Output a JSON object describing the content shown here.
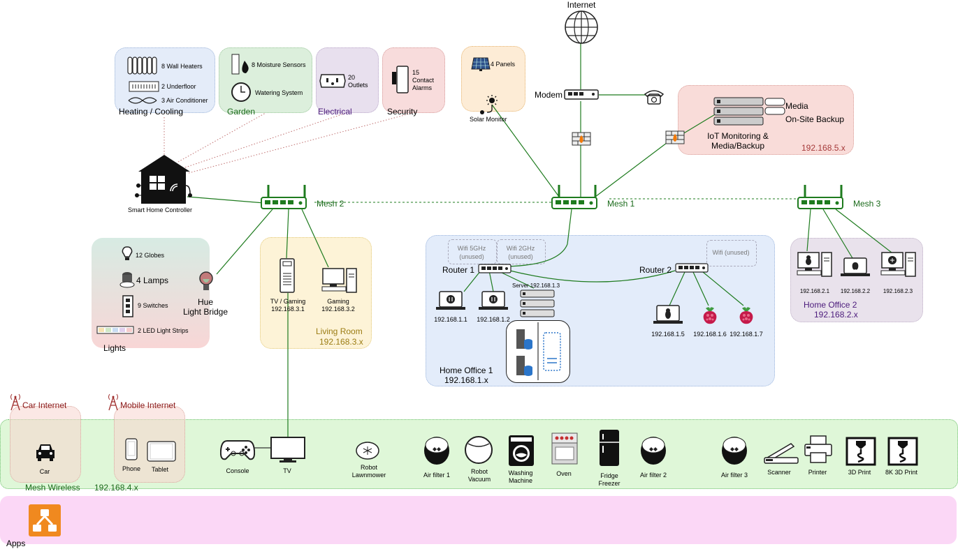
{
  "internet": {
    "label": "Internet"
  },
  "modem": {
    "label": "Modem"
  },
  "heating": {
    "title": "Heating / Cooling",
    "items": [
      "8 Wall Heaters",
      "2 Underfloor",
      "3 Air Conditioner"
    ]
  },
  "garden": {
    "title": "Garden",
    "items": [
      "8 Moisture Sensors",
      "Watering System"
    ]
  },
  "electrical": {
    "title": "Electrical",
    "items": [
      "20",
      "Outlets"
    ]
  },
  "security": {
    "title": "Security",
    "items": [
      "15",
      "Contact",
      "Alarms"
    ]
  },
  "solar": {
    "panels": "4 Panels",
    "monitor": "Solar Monitor"
  },
  "smart_home": {
    "label": "Smart Home Controller"
  },
  "media_zone": {
    "media": "Media",
    "backup": "On-Site Backup",
    "iot_line1": "IoT Monitoring &",
    "iot_line2": "Media/Backup",
    "subnet": "192.168.5.x"
  },
  "mesh": {
    "m1": "Mesh 1",
    "m2": "Mesh 2",
    "m3": "Mesh 3"
  },
  "lights": {
    "title": "Lights",
    "globes": "12 Globes",
    "lamps": "4 Lamps",
    "switches": "9 Switches",
    "strips": "2 LED Light Strips",
    "hue_line1": "Hue",
    "hue_line2": "Light Bridge"
  },
  "living": {
    "title": "Living Room",
    "subnet": "192.168.3.x",
    "tv_line1": "TV / Gaming",
    "tv_ip": "192.168.3.1",
    "gaming_line1": "Gaming",
    "gaming_ip": "192.168.3.2"
  },
  "office1": {
    "title": "Home Office 1",
    "subnet": "192.168.1.x",
    "router1": "Router 1",
    "router2": "Router 2",
    "wifi5_line1": "Wifi 5GHz",
    "wifi5_line2": "(unused)",
    "wifi2_line1": "Wifi 2GHz",
    "wifi2_line2": "(unused)",
    "wifi_unused": "Wifi (unused)",
    "server": "Server 192.168.1.3",
    "ip1": "192.168.1.1",
    "ip2": "192.168.1.2",
    "ip5": "192.168.1.5",
    "ip6": "192.168.1.6",
    "ip7": "192.168.1.7"
  },
  "office2": {
    "title": "Home Office 2",
    "subnet": "192.168.2.x",
    "ip1": "192.168.2.1",
    "ip2": "192.168.2.2",
    "ip3": "192.168.2.3"
  },
  "wireless": {
    "car_internet": "Car Internet",
    "mobile_internet": "Mobile Internet",
    "car": "Car",
    "phone": "Phone",
    "tablet": "Tablet",
    "mesh_wireless": "Mesh Wireless",
    "subnet": "192.168.4.x",
    "devices": {
      "console": "Console",
      "tv": "TV",
      "lawnmower_line1": "Robot",
      "lawnmower_line2": "Lawnmower",
      "airfilter1": "Air filter 1",
      "vacuum_line1": "Robot",
      "vacuum_line2": "Vacuum",
      "washing_line1": "Washing",
      "washing_line2": "Machine",
      "oven": "Oven",
      "fridge_line1": "Fridge",
      "fridge_line2": "Freezer",
      "airfilter2": "Air filter 2",
      "airfilter3": "Air filter 3",
      "scanner": "Scanner",
      "printer": "Printer",
      "print3d": "3D Print",
      "print8k": "8K 3D Print"
    }
  },
  "apps": {
    "label": "Apps"
  },
  "colors": {
    "link_green": "#1e7b1e",
    "dotted_red": "#c06060",
    "zone_blue": "#e3ecfa",
    "zone_green": "#dff7d8",
    "zone_pink": "#fbd7f6",
    "apps_orange": "#f0891f"
  }
}
